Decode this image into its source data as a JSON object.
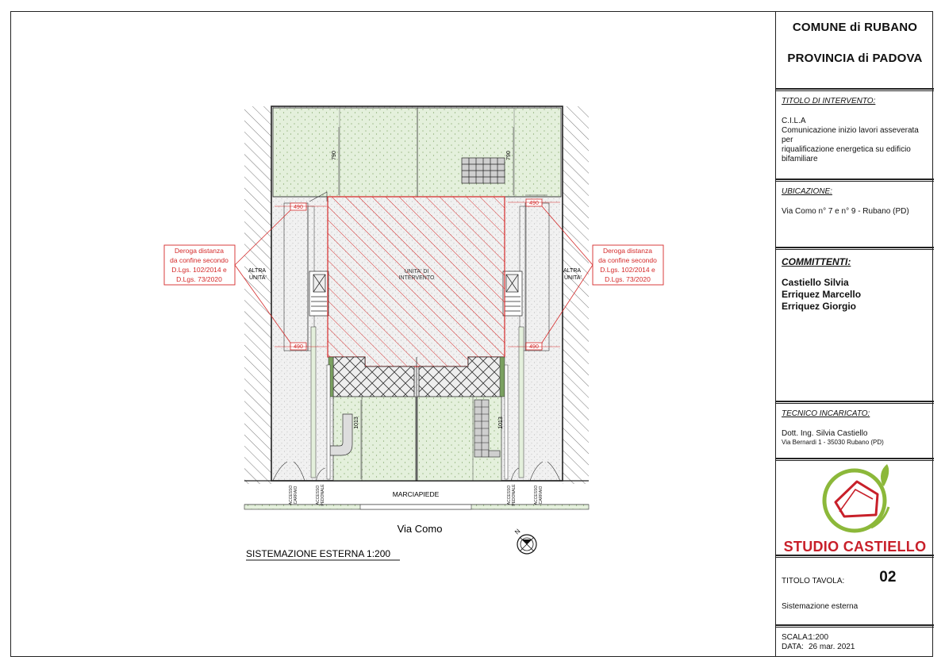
{
  "titleblock": {
    "comune": "COMUNE di RUBANO",
    "provincia": "PROVINCIA di PADOVA",
    "titolo_label": "TITOLO DI INTERVENTO:",
    "titolo_lines": [
      "C.I.L.A",
      "Comunicazione inizio lavori asseverata per",
      "riqualificazione energetica su edificio",
      "bifamiliare"
    ],
    "ubicazione_label": "UBICAZIONE:",
    "ubicazione": "Via Como n° 7 e n° 9 - Rubano (PD)",
    "committenti_label": "COMMITTENTI:",
    "committenti": [
      "Castiello Silvia",
      "Erriquez Marcello",
      "Erriquez Giorgio"
    ],
    "tecnico_label": "TECNICO INCARICATO:",
    "tecnico_name": "Dott. Ing. Silvia Castiello",
    "tecnico_address": "Via Bernardi 1 - 35030 Rubano (PD)",
    "studio": "STUDIO CASTIELLO",
    "tavola_label": "TITOLO TAVOLA:",
    "tavola_num": "02",
    "tavola_title": "Sistemazione esterna",
    "scala_label": "SCALA:",
    "scala": "1:200",
    "data_label": "DATA:",
    "data": "26 mar. 2021"
  },
  "plan": {
    "unit_label": [
      "UNITA' DI",
      "INTERVENTO"
    ],
    "altra_label": [
      "ALTRA",
      "UNITA'"
    ],
    "deroga_lines": [
      "Deroga distanza",
      "da confine secondo",
      "D.Lgs. 102/2014 e",
      "D.Lgs. 73/2020"
    ],
    "dim_490": "490",
    "dim_790": "790",
    "dim_1013": "1013",
    "marciapiede": "MARCIAPIEDE",
    "accesso_carraio": [
      "ACCESSO",
      "CARRAIO"
    ],
    "accesso_pedonale": [
      "ACCESSO",
      "PEDONALE"
    ],
    "street": "Via Como",
    "caption": "SISTEMAZIONE ESTERNA 1:200",
    "north": "N"
  },
  "colors": {
    "red": "#d42a2a",
    "green_fill": "#e4f0dc",
    "studio_red": "#c8202a",
    "logo_green": "#8cb83a"
  }
}
